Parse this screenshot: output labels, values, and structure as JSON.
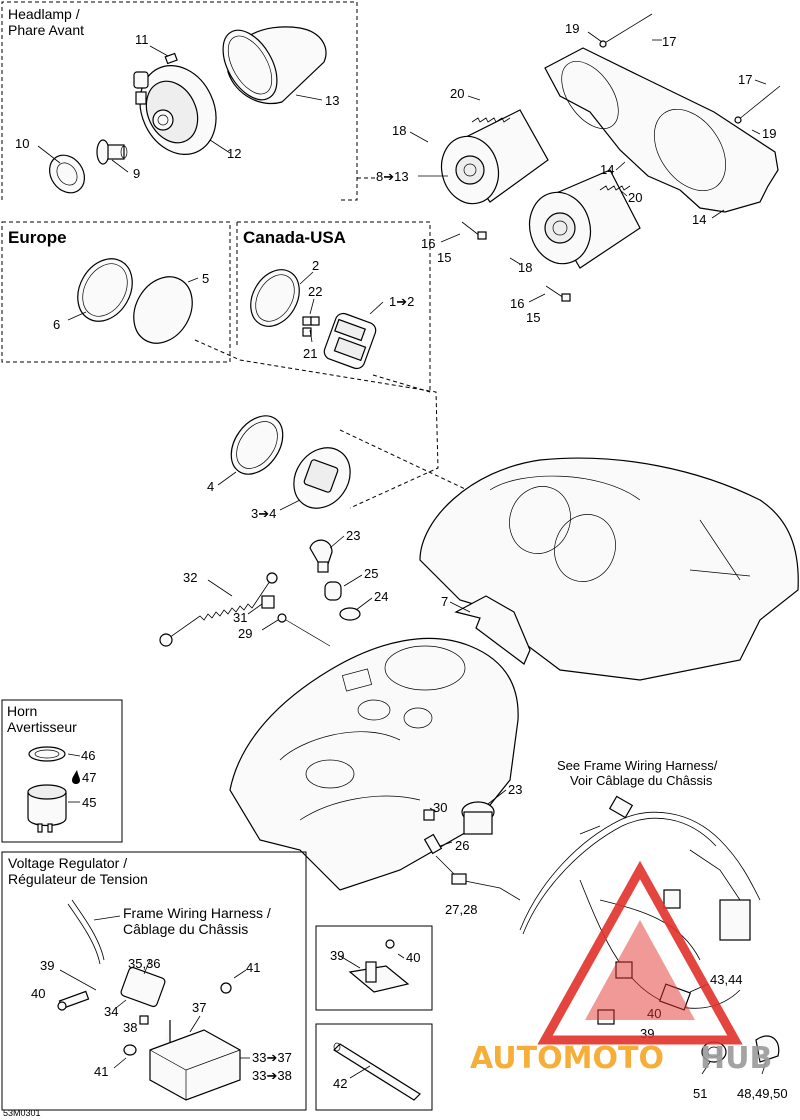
{
  "boxes": {
    "headlamp": {
      "title_line1": "Headlamp /",
      "title_line2": "Phare Avant"
    },
    "europe": {
      "title": "Europe"
    },
    "canada": {
      "title": "Canada-USA"
    },
    "horn": {
      "title_line1": "Horn",
      "title_line2": "Avertisseur"
    },
    "regulator": {
      "title_line1": "Voltage Regulator /",
      "title_line2": "Régulateur de Tension",
      "harness_line1": "Frame Wiring Harness /",
      "harness_line2": "Câblage du Châssis"
    }
  },
  "notes": {
    "see_harness_line1": "See Frame Wiring Harness/",
    "see_harness_line2": "Voir Câblage du Châssis"
  },
  "callouts": {
    "c11": "11",
    "c13": "13",
    "c12": "12",
    "c10": "10",
    "c9": "9",
    "c19a": "19",
    "c17a": "17",
    "c20a": "20",
    "c17b": "17",
    "c18a": "18",
    "c19b": "19",
    "c8to13": "8➔13",
    "c14a": "14",
    "c20b": "20",
    "c14b": "14",
    "c16a": "16",
    "c15a": "15",
    "c18b": "18",
    "c16b": "16",
    "c15b": "15",
    "c5": "5",
    "c6": "6",
    "c2": "2",
    "c22": "22",
    "c1to2": "1➔2",
    "c21": "21",
    "c4": "4",
    "c3to4": "3➔4",
    "c23a": "23",
    "c32": "32",
    "c25": "25",
    "c31": "31",
    "c24": "24",
    "c29": "29",
    "c7": "7",
    "c46": "46",
    "c47": "47",
    "c45": "45",
    "c23b": "23",
    "c30": "30",
    "c26": "26",
    "c2728": "27,28",
    "c3536": "35,36",
    "c39a": "39",
    "c41a": "41",
    "c40a": "40",
    "c34": "34",
    "c37": "37",
    "c38": "38",
    "c41b": "41",
    "c33to37": "33➔37",
    "c33to38": "33➔38",
    "c39b": "39",
    "c40b": "40",
    "c42": "42",
    "c4344": "43,44",
    "c40c": "40",
    "c39c": "39",
    "c51": "51",
    "c484950": "48,49,50"
  },
  "footer": {
    "code": "53M0301"
  },
  "watermark": {
    "text_red": "AUTOMOTO",
    "text_gray": "HUB"
  },
  "colors": {
    "watermark_red": "#e2312b",
    "watermark_orange": "#f5a623",
    "watermark_gray": "#9a9a9a"
  }
}
